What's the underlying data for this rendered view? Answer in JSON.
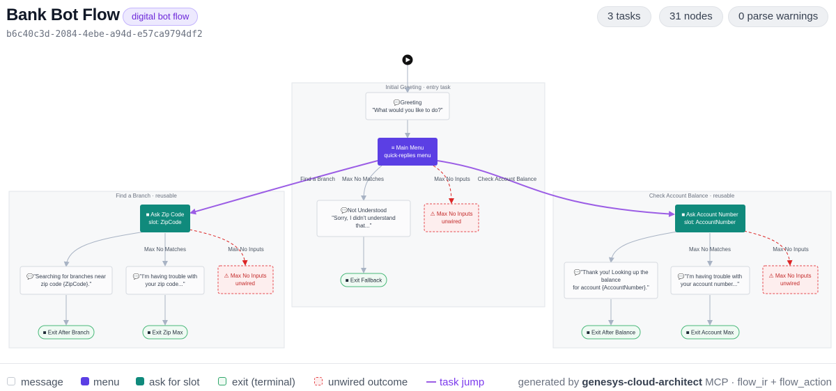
{
  "header": {
    "title": "Bank Bot Flow",
    "badge": "digital bot flow",
    "flow_id": "b6c40c3d-2084-4ebe-a94d-e57ca9794df2",
    "stats": {
      "tasks": "3 tasks",
      "nodes": "31 nodes",
      "warnings": "0 parse warnings"
    }
  },
  "colors": {
    "menu": "#5b3fe4",
    "slot": "#108a7c",
    "exit": "#16a34a",
    "unwired": "#dc2626",
    "jump": "#9b5de5",
    "edge": "#a8b3c4"
  },
  "diagram": {
    "tasks": {
      "initial": "Initial Greeting · entry task",
      "branch": "Find a Branch · reusable",
      "balance": "Check Account Balance · reusable"
    },
    "nodes": {
      "greeting_title": "💬Greeting",
      "greeting_text": "\"What would you like to do?\"",
      "menu_title": "≡ Main Menu",
      "menu_sub": "quick-replies menu",
      "not_understood_title": "💬Not Understood",
      "not_understood_l1": "\"Sorry, I didn't understand",
      "not_understood_l2": "that...\"",
      "unwired_title": "⚠ Max No Inputs",
      "unwired_sub": "unwired",
      "exit_fallback": "■ Exit Fallback",
      "zip_title": "■ Ask Zip Code",
      "zip_sub": "slot: ZipCode",
      "searching_l1": "💬\"Searching for branches near",
      "searching_l2": "zip code {ZipCode}.\"",
      "trouble_zip_l1": "💬\"I'm having trouble with",
      "trouble_zip_l2": "your zip code...\"",
      "exit_after_branch": "■ Exit After Branch",
      "exit_zip_max": "■ Exit Zip Max",
      "acct_title": "■ Ask Account Number",
      "acct_sub": "slot: AccountNumber",
      "thank_l1": "💬\"Thank you! Looking up the",
      "thank_l2": "balance",
      "thank_l3": "for account {AccountNumber}.\"",
      "trouble_acct_l1": "💬\"I'm having trouble with",
      "trouble_acct_l2": "your account number...\"",
      "exit_after_balance": "■ Exit After Balance",
      "exit_account_max": "■ Exit Account Max"
    },
    "edge_labels": {
      "find_branch": "Find a Branch",
      "max_no_matches": "Max No Matches",
      "max_no_inputs": "Max No Inputs",
      "check_balance": "Check Account Balance"
    }
  },
  "legend": {
    "message": "message",
    "menu": "menu",
    "slot": "ask for slot",
    "exit": "exit (terminal)",
    "unwired": "unwired outcome",
    "jump": "task jump"
  },
  "footer": {
    "prefix": "generated by",
    "tool": "genesys-cloud-architect",
    "suffix": "MCP · flow_ir + flow_action"
  }
}
